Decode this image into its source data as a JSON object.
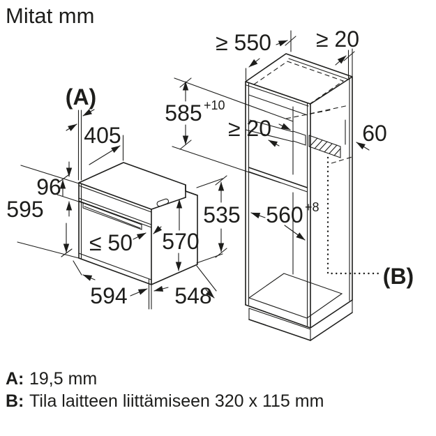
{
  "title": "Mitat mm",
  "colors": {
    "line": "#1d1d1b",
    "background": "#ffffff"
  },
  "oven_dims": {
    "label_a": "(A)",
    "d405": "405",
    "d96": "96",
    "d595": "595",
    "d50": "≤ 50",
    "d570": "570",
    "d594": "594",
    "d548": "548",
    "d535": "535"
  },
  "cabinet_dims": {
    "d550": "≥ 550",
    "d20_top": "≥ 20",
    "d585": "585",
    "d585_tol": "+10",
    "d20_vent": "≥ 20",
    "d60": "60",
    "d560": "560",
    "d560_tol": "+8",
    "label_b": "(B)"
  },
  "legend": {
    "a_key": "A:",
    "a_value": "19,5 mm",
    "b_key": "B:",
    "b_value": "Tila laitteen liittämiseen 320 x 115 mm"
  }
}
